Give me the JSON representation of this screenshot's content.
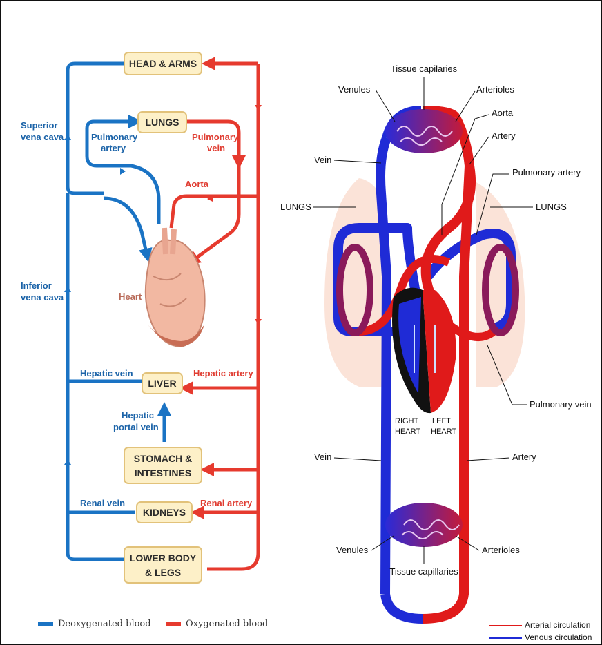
{
  "left_diagram": {
    "organs": {
      "head_arms": "HEAD & ARMS",
      "lungs": "LUNGS",
      "liver": "LIVER",
      "stomach_line1": "STOMACH &",
      "stomach_line2": "INTESTINES",
      "kidneys": "KIDNEYS",
      "lower_line1": "LOWER BODY",
      "lower_line2": "& LEGS"
    },
    "vessels": {
      "superior_line1": "Superior",
      "superior_line2": "vena cava",
      "pulm_artery_line1": "Pulmonary",
      "pulm_artery_line2": "artery",
      "pulm_vein_line1": "Pulmonary",
      "pulm_vein_line2": "vein",
      "aorta": "Aorta",
      "inferior_line1": "Inferior",
      "inferior_line2": "vena cava",
      "heart": "Heart",
      "hepatic_vein": "Hepatic vein",
      "hepatic_artery": "Hepatic artery",
      "hepatic_portal_line1": "Hepatic",
      "hepatic_portal_line2": "portal vein",
      "renal_vein": "Renal vein",
      "renal_artery": "Renal artery"
    },
    "legend": {
      "deoxygenated": "Deoxygenated blood",
      "oxygenated": "Oxygenated blood"
    }
  },
  "right_diagram": {
    "labels": {
      "tissue_cap_top": "Tissue capilaries",
      "venules_top": "Venules",
      "arterioles_top": "Arterioles",
      "aorta": "Aorta",
      "artery_top": "Artery",
      "vein_top": "Vein",
      "pulmonary_artery": "Pulmonary artery",
      "lungs_left": "LUNGS",
      "lungs_right": "LUNGS",
      "pulmonary_vein": "Pulmonary vein",
      "right_heart_line1": "RIGHT",
      "right_heart_line2": "HEART",
      "left_heart_line1": "LEFT",
      "left_heart_line2": "HEART",
      "vein_bottom": "Vein",
      "artery_bottom": "Artery",
      "venules_bottom": "Venules",
      "arterioles_bottom": "Arterioles",
      "tissue_cap_bottom": "Tissue capillaries"
    },
    "legend": {
      "arterial": "Arterial circulation",
      "venous": "Venous circulation"
    }
  },
  "colors": {
    "deoxygenated": "#1a73c4",
    "oxygenated": "#e63a2e",
    "venous": "#1f2bd6",
    "arterial": "#e01a1a",
    "capillary": "#6a1a7a",
    "organ_box": "#fdf0c8",
    "heart_tissue": "#f2b8a2",
    "lung_tissue": "#fbe3d8"
  }
}
